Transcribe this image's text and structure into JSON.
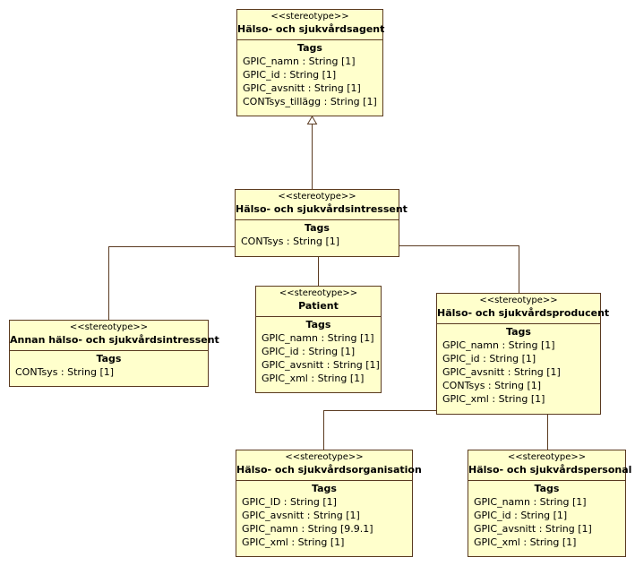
{
  "classes": {
    "agent": {
      "stereotype": "<<stereotype>>",
      "name": "Hälso- och sjukvårdsagent",
      "tags_title": "Tags",
      "tags": [
        "GPIC_namn : String [1]",
        "GPIC_id : String [1]",
        "GPIC_avsnitt : String [1]",
        "CONTsys_tillägg : String [1]"
      ]
    },
    "intressent": {
      "stereotype": "<<stereotype>>",
      "name": "Hälso- och sjukvårdsintressent",
      "tags_title": "Tags",
      "tags": [
        "CONTsys : String [1]"
      ]
    },
    "annan": {
      "stereotype": "<<stereotype>>",
      "name": "Annan hälso- och sjukvårdsintressent",
      "tags_title": "Tags",
      "tags": [
        "CONTsys : String [1]"
      ]
    },
    "patient": {
      "stereotype": "<<stereotype>>",
      "name": "Patient",
      "tags_title": "Tags",
      "tags": [
        "GPIC_namn : String [1]",
        "GPIC_id : String [1]",
        "GPIC_avsnitt : String [1]",
        "GPIC_xml : String [1]"
      ]
    },
    "producent": {
      "stereotype": "<<stereotype>>",
      "name": "Hälso- och sjukvårdsproducent",
      "tags_title": "Tags",
      "tags": [
        "GPIC_namn : String [1]",
        "GPIC_id : String [1]",
        "GPIC_avsnitt : String [1]",
        "CONTsys : String [1]",
        "GPIC_xml : String [1]"
      ]
    },
    "organisation": {
      "stereotype": "<<stereotype>>",
      "name": "Hälso- och sjukvårdsorganisation",
      "tags_title": "Tags",
      "tags": [
        "GPIC_ID : String [1]",
        "GPIC_avsnitt : String [1]",
        "GPIC_namn : String [9.9.1]",
        "GPIC_xml : String [1]"
      ]
    },
    "personal": {
      "stereotype": "<<stereotype>>",
      "name": "Hälso- och sjukvårdspersonal",
      "tags_title": "Tags",
      "tags": [
        "GPIC_namn : String [1]",
        "GPIC_id : String [1]",
        "GPIC_avsnitt : String [1]",
        "GPIC_xml : String [1]"
      ]
    }
  },
  "colors": {
    "class_fill": "#ffffcc",
    "line": "#5a3a20"
  }
}
